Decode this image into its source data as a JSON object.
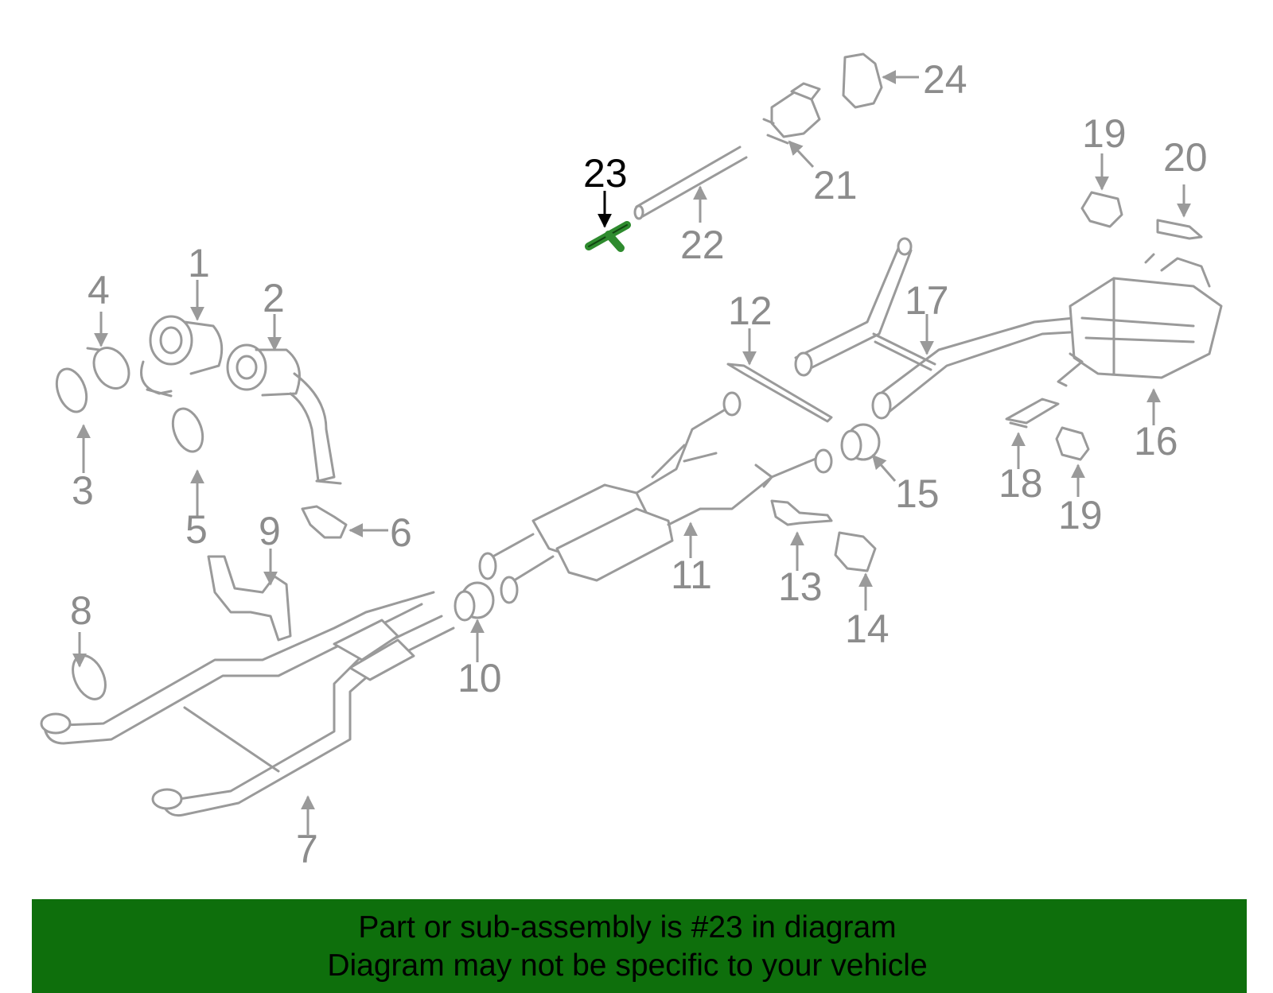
{
  "callouts": [
    "1",
    "2",
    "3",
    "4",
    "5",
    "6",
    "7",
    "8",
    "9",
    "10",
    "11",
    "12",
    "13",
    "14",
    "15",
    "16",
    "17",
    "18",
    "19",
    "19",
    "20",
    "21",
    "22",
    "23",
    "24"
  ],
  "highlight_part": "23",
  "highlight_color": "#2e8b2e",
  "banner": {
    "line1": "Part or sub-assembly is #23 in diagram",
    "line2": "Diagram may not be specific to your vehicle",
    "color": "#0e6f0c"
  }
}
